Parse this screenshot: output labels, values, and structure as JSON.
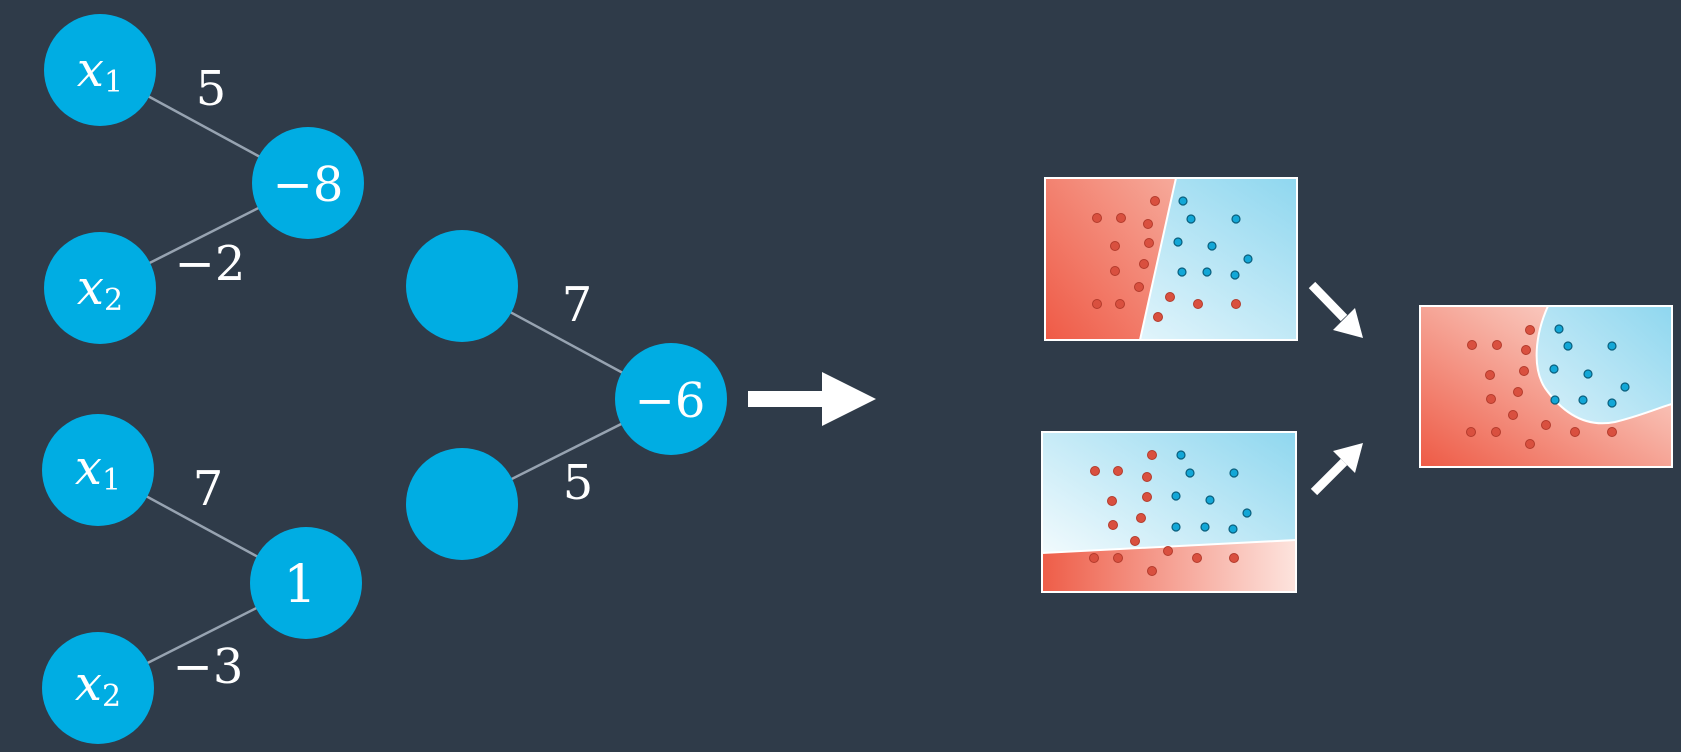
{
  "colors": {
    "background": "#2f3b49",
    "node": "#00ade3",
    "edge": "#97a3b1",
    "text": "#ffffff",
    "red_region": "#ef5a46",
    "blue_region": "#8fd7ef",
    "red_point": "#d9503f",
    "blue_point": "#12a7d7"
  },
  "network_top": {
    "input1": {
      "var": "x",
      "sub": "1"
    },
    "input2": {
      "var": "x",
      "sub": "2"
    },
    "weight1": "5",
    "weight2": "−2",
    "output": "−8"
  },
  "network_bottom": {
    "input1": {
      "var": "x",
      "sub": "1"
    },
    "input2": {
      "var": "x",
      "sub": "2"
    },
    "weight1": "7",
    "weight2": "−3",
    "output": "1"
  },
  "network_combined": {
    "weight1": "7",
    "weight2": "5",
    "output": "−6"
  },
  "icons": {
    "main_arrow": "right-arrow-icon",
    "merge_arrow_top": "down-right-arrow-icon",
    "merge_arrow_bottom": "up-right-arrow-icon"
  }
}
